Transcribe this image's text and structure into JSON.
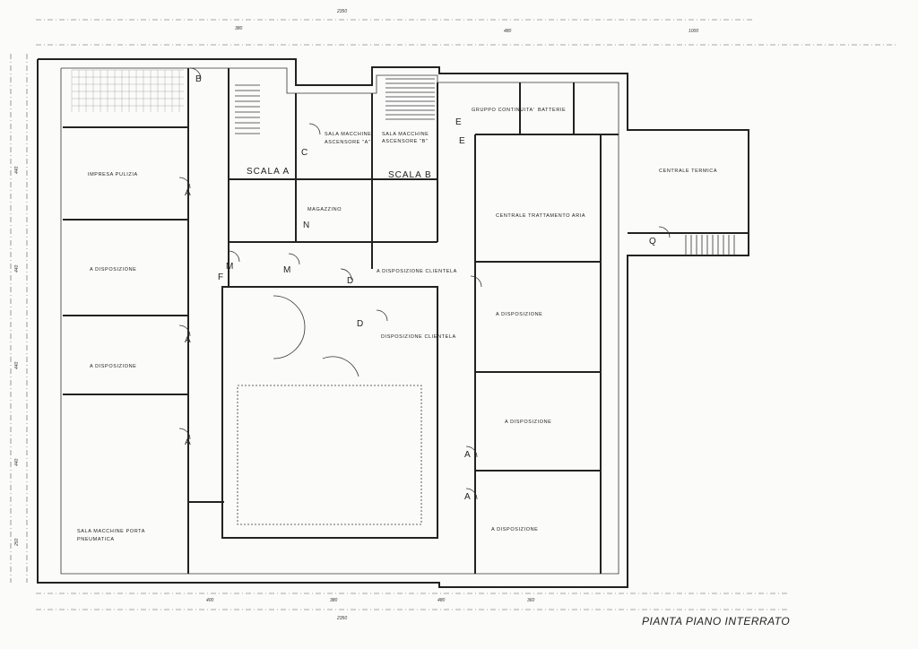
{
  "title": "PIANTA PIANO INTERRATO",
  "rooms": [
    {
      "id": "impresa-pulizia",
      "label": "IMPRESA PULIZIA"
    },
    {
      "id": "a-disposizione-1",
      "label": "A DISPOSIZIONE"
    },
    {
      "id": "a-disposizione-2",
      "label": "A DISPOSIZIONE"
    },
    {
      "id": "sala-macchine-porta-1",
      "label": "SALA MACCHINE PORTA"
    },
    {
      "id": "sala-macchine-porta-2",
      "label": "PNEUMATICA"
    },
    {
      "id": "sala-asc-a-1",
      "label": "SALA MACCHINE"
    },
    {
      "id": "sala-asc-a-2",
      "label": "ASCENSORE \"A\""
    },
    {
      "id": "sala-asc-b-1",
      "label": "SALA MACCHINE"
    },
    {
      "id": "sala-asc-b-2",
      "label": "ASCENSORE \"B\""
    },
    {
      "id": "magazzino",
      "label": "MAGAZZINO"
    },
    {
      "id": "disp-clientela-1",
      "label": "A DISPOSIZIONE CLIENTELA"
    },
    {
      "id": "disp-clientela-2",
      "label": "DISPOSIZIONE CLIENTELA"
    },
    {
      "id": "gruppo-continuita",
      "label": "GRUPPO CONTINUITA'"
    },
    {
      "id": "batterie",
      "label": "BATTERIE"
    },
    {
      "id": "centrale-aria",
      "label": "CENTRALE TRATTAMENTO ARIA"
    },
    {
      "id": "centrale-termica",
      "label": "CENTRALE TERMICA"
    },
    {
      "id": "a-disposizione-3",
      "label": "A DISPOSIZIONE"
    },
    {
      "id": "a-disposizione-4",
      "label": "A DISPOSIZIONE"
    },
    {
      "id": "a-disposizione-5",
      "label": "A DISPOSIZIONE"
    }
  ],
  "stairs": [
    {
      "label": "SCALA A"
    },
    {
      "label": "SCALA B"
    }
  ],
  "door_marks": [
    "A",
    "A",
    "A",
    "M",
    "M",
    "N",
    "D",
    "D",
    "E",
    "E",
    "C",
    "B",
    "A",
    "A",
    "Q",
    "F"
  ],
  "dimensions": {
    "top": [
      "2350",
      "380",
      "480",
      "1000"
    ],
    "bottom": [
      "400",
      "380",
      "480",
      "360",
      "2350"
    ],
    "left": [
      "440",
      "440",
      "440",
      "440",
      "250"
    ]
  }
}
